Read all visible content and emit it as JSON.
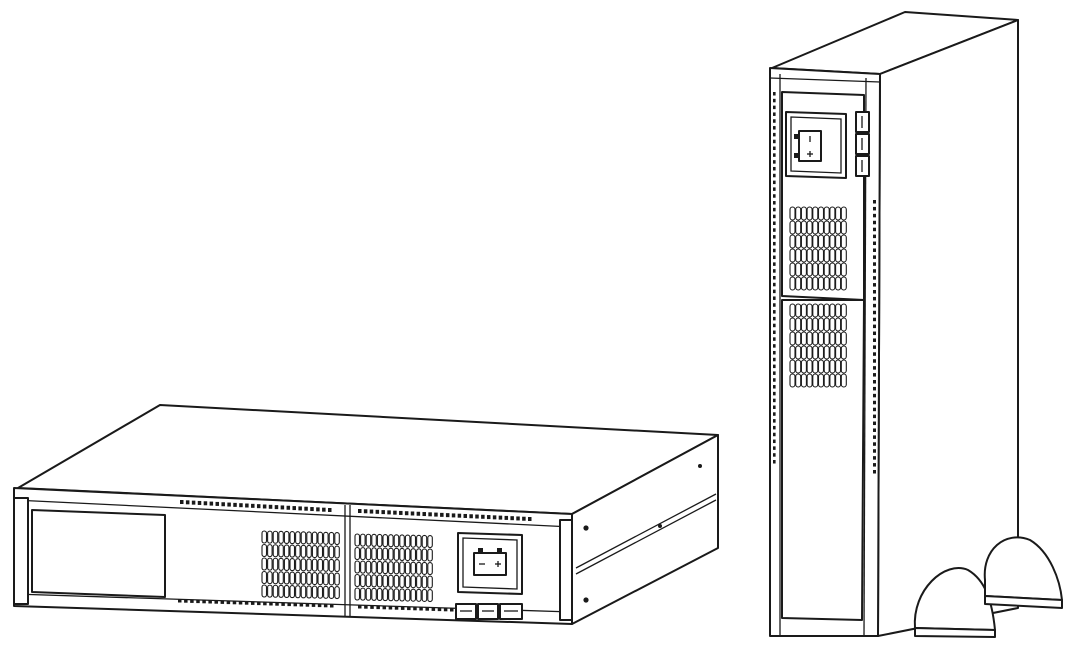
{
  "figure": {
    "subject": "ups-rack-tower-line-drawing",
    "colors": {
      "line": "#1a1a1a",
      "fill": "#ffffff",
      "background": "#ffffff"
    },
    "units": [
      {
        "name": "rack-unit",
        "orientation": "horizontal",
        "icon": "battery-icon",
        "vent_panels": 2
      },
      {
        "name": "tower-unit",
        "orientation": "vertical",
        "icon": "battery-icon",
        "vent_panels": 2,
        "feet": 2
      }
    ]
  }
}
